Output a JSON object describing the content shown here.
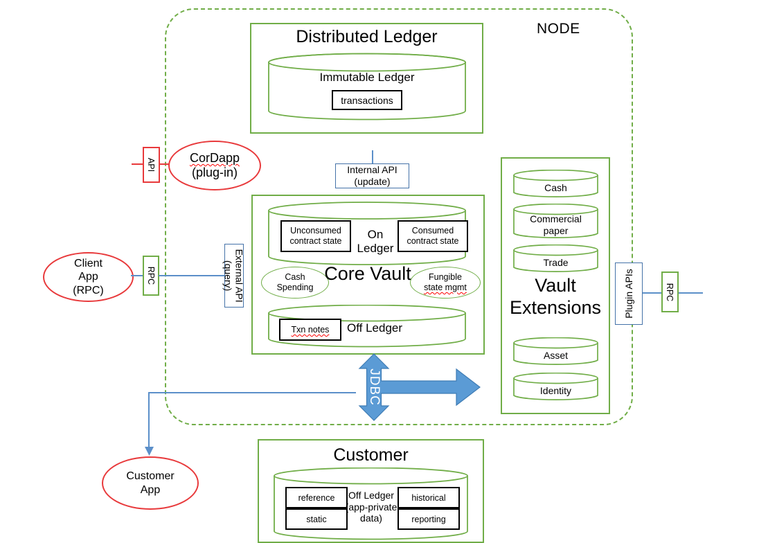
{
  "node": {
    "label": "NODE",
    "boundary_color": "#70ad47"
  },
  "distributed_ledger": {
    "title": "Distributed Ledger",
    "cylinder_label": "Immutable Ledger",
    "inner_box": "transactions",
    "border_color": "#70ad47"
  },
  "cordapp": {
    "api_label": "API",
    "name": "CorDapp",
    "subtitle": "(plug-in)",
    "color": "#e8393b"
  },
  "client_app": {
    "line1": "Client",
    "line2": "App",
    "line3": "(RPC)",
    "rpc_label": "RPC",
    "color": "#e8393b"
  },
  "external_api": {
    "line1": "External API",
    "line2": "(query)",
    "color": "#4472a8"
  },
  "internal_api": {
    "line1": "Internal API",
    "line2": "(update)",
    "color": "#4472a8"
  },
  "core_vault": {
    "title": "Core Vault",
    "on_ledger": {
      "label": "On Ledger",
      "left_box_line1": "Unconsumed",
      "left_box_line2": "contract state",
      "right_box_line1": "Consumed",
      "right_box_line2": "contract state"
    },
    "ellipse_left_line1": "Cash",
    "ellipse_left_line2": "Spending",
    "ellipse_right_line1": "Fungible",
    "ellipse_right_line2": "state mgmt",
    "off_ledger": {
      "label": "Off Ledger",
      "box": "Txn notes"
    },
    "border_color": "#70ad47"
  },
  "vault_extensions": {
    "title_line1": "Vault",
    "title_line2": "Extensions",
    "top_cylinders": [
      "Cash",
      "Commercial paper",
      "Trade"
    ],
    "bottom_cylinders": [
      "Asset",
      "Identity"
    ],
    "border_color": "#70ad47"
  },
  "plugin_apis": {
    "label": "Plugin APIs",
    "rpc_label": "RPC",
    "color": "#4472a8"
  },
  "jdbc": {
    "label": "JDBC",
    "color": "#5b9bd5"
  },
  "customer_app": {
    "line1": "Customer",
    "line2": "App",
    "color": "#e8393b"
  },
  "customer": {
    "title": "Customer",
    "off_ledger_line1": "Off Ledger",
    "off_ledger_line2": "(app-private",
    "off_ledger_line3": "data)",
    "left_boxes": [
      "reference",
      "static"
    ],
    "right_boxes": [
      "historical",
      "reporting"
    ],
    "border_color": "#70ad47"
  }
}
